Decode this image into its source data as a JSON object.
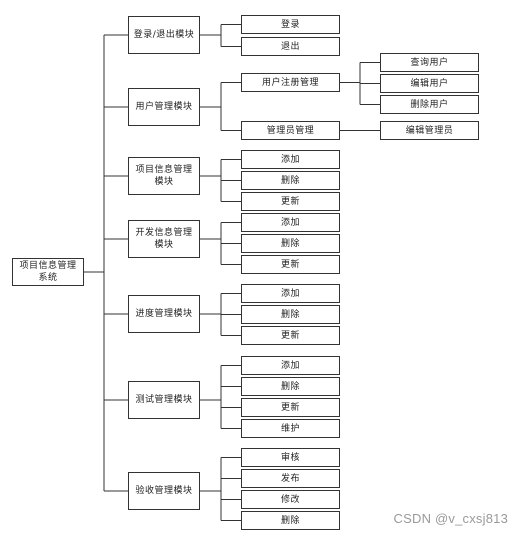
{
  "root": "项目信息管理\n系统",
  "modules": [
    {
      "label": "登录/退出模块",
      "children": [
        "登录",
        "退出"
      ]
    },
    {
      "label": "用户管理模块",
      "children": [
        "用户注册管理",
        "管理员管理"
      ]
    },
    {
      "label": "项目信息管理\n模块",
      "children": [
        "添加",
        "删除",
        "更新"
      ]
    },
    {
      "label": "开发信息管理\n模块",
      "children": [
        "添加",
        "删除",
        "更新"
      ]
    },
    {
      "label": "进度管理模块",
      "children": [
        "添加",
        "删除",
        "更新"
      ]
    },
    {
      "label": "测试管理模块",
      "children": [
        "添加",
        "删除",
        "更新",
        "维护"
      ]
    },
    {
      "label": "验收管理模块",
      "children": [
        "审核",
        "发布",
        "修改",
        "删除"
      ]
    }
  ],
  "user_register_children": [
    "查询用户",
    "编辑用户",
    "删除用户"
  ],
  "admin_children": [
    "编辑管理员"
  ],
  "watermark": "CSDN @v_cxsj813",
  "colors": {
    "line": "#333333",
    "watermark": "#9a9a9a"
  }
}
